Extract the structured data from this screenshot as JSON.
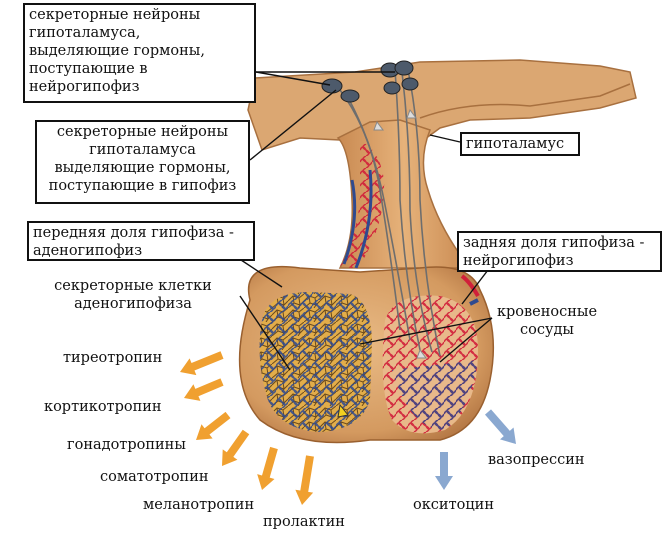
{
  "labels": {
    "box_top": "секреторные нейроны гипоталамуса, выделяющие гормоны, поступающие в нейрогипофиз",
    "box_top_lines": [
      "секреторные нейроны",
      "гипоталамуса,",
      "выделяющие гормоны,",
      "поступающие в",
      "нейрогипофиз"
    ],
    "box_mid_lines": [
      "секреторные нейроны",
      "гипоталамуса",
      "выделяющие гормоны,",
      "поступающие в гипофиз"
    ],
    "hypothalamus": "гипоталамус",
    "anterior_lines": [
      "передняя доля гипофиза -",
      "аденогипофиз"
    ],
    "posterior_lines": [
      "задняя доля гипофиза -",
      "нейрогипофиз"
    ],
    "secretory_cells_lines": [
      "секреторные клетки",
      "аденогипофиза"
    ],
    "vessels_lines": [
      "кровеносные",
      "сосуды"
    ]
  },
  "hormones": {
    "anterior": [
      "тиреотропин",
      "кортикотропин",
      "гонадотропины",
      "соматотропин",
      "меланотропин",
      "пролактин"
    ],
    "posterior": [
      "вазопрессин",
      "окситоцин"
    ]
  },
  "colors": {
    "tissue": "#d9a46e",
    "tissue_dark": "#b97a45",
    "artery": "#d1203a",
    "vein": "#2f4a8f",
    "cells": "#d9a23a",
    "arrow_orange": "#f0a030",
    "arrow_blue": "#8aa8d0"
  }
}
